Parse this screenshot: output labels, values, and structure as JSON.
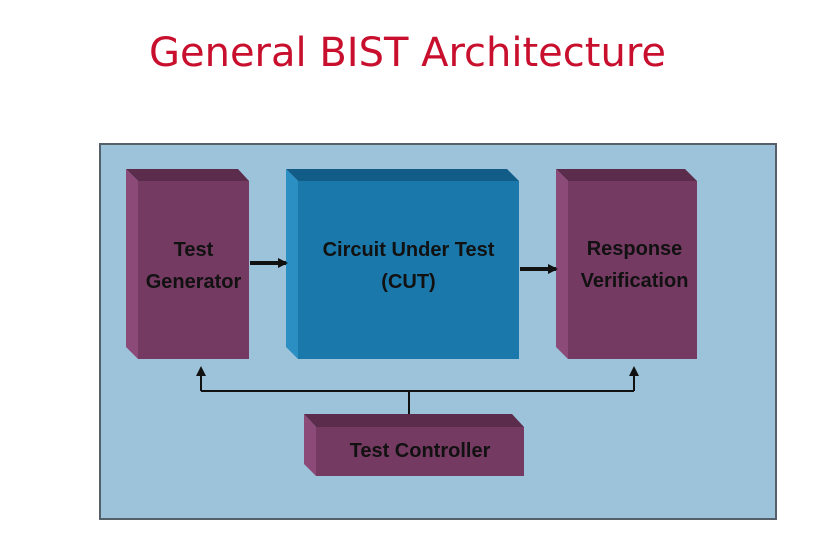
{
  "title": "General BIST Architecture",
  "blocks": {
    "test_generator": {
      "line1": "Test",
      "line2": "Generator"
    },
    "cut": {
      "line1": "Circuit Under Test",
      "line2": "(CUT)"
    },
    "response_verification": {
      "line1": "Response",
      "line2": "Verification"
    },
    "test_controller": {
      "label": "Test Controller"
    }
  },
  "colors": {
    "title": "#c8102e",
    "panel": "#9dc3da",
    "purple_block": "#743a62",
    "blue_block": "#1b78aa"
  }
}
